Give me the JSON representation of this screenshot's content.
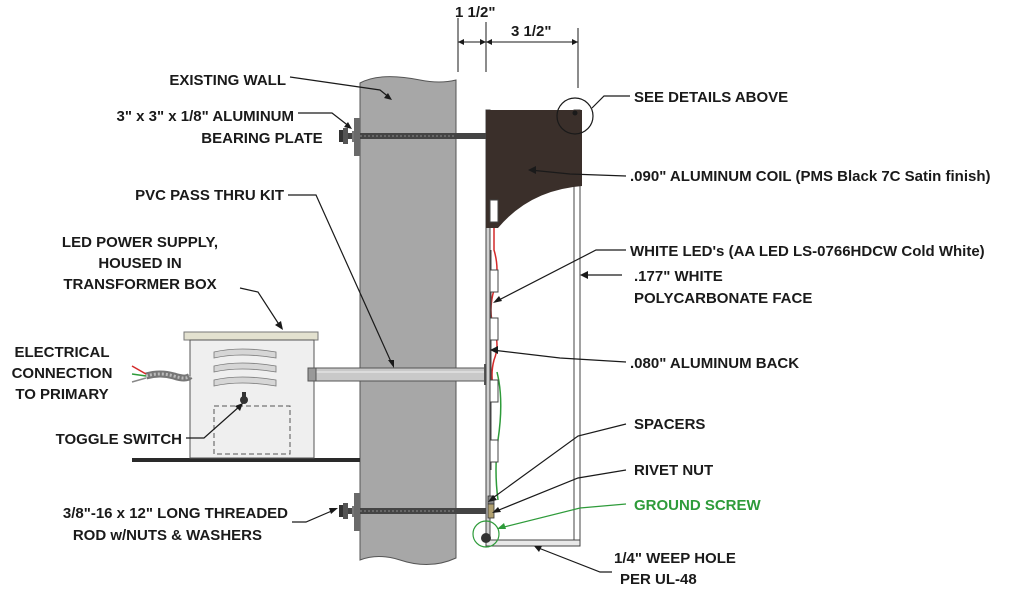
{
  "dimensions": {
    "left_width": "1 1/2\"",
    "right_width": "3 1/2\""
  },
  "labels": {
    "existing_wall": "EXISTING WALL",
    "bearing_plate": [
      "3\" x 3\" x 1/8\" ALUMINUM",
      "BEARING PLATE"
    ],
    "pvc_pass_thru": "PVC PASS THRU KIT",
    "led_power_supply": [
      "LED POWER SUPPLY,",
      "HOUSED IN",
      "TRANSFORMER BOX"
    ],
    "electrical_connection": [
      "ELECTRICAL",
      "CONNECTION",
      "TO PRIMARY"
    ],
    "toggle_switch": "TOGGLE SWITCH",
    "threaded_rod": [
      "3/8\"-16 x 12\" LONG THREADED",
      "ROD w/NUTS & WASHERS"
    ],
    "see_details": "SEE DETAILS ABOVE",
    "aluminum_coil": ".090\" ALUMINUM COIL (PMS Black 7C Satin finish)",
    "white_leds": "WHITE LED's (AA LED LS-0766HDCW Cold White)",
    "polycarbonate_face": [
      ".177\" WHITE",
      "POLYCARBONATE FACE"
    ],
    "aluminum_back": ".080\" ALUMINUM BACK",
    "spacers": "SPACERS",
    "rivet_nut": "RIVET NUT",
    "ground_screw": "GROUND SCREW",
    "weep_hole": [
      "1/4\" WEEP HOLE",
      "PER UL-48"
    ]
  },
  "colors": {
    "wall": "#a7a7a7",
    "coil": "#3a2f2a",
    "ground": "#2e9b3a",
    "wire_red": "#d42a2a",
    "box": "#efefef"
  }
}
